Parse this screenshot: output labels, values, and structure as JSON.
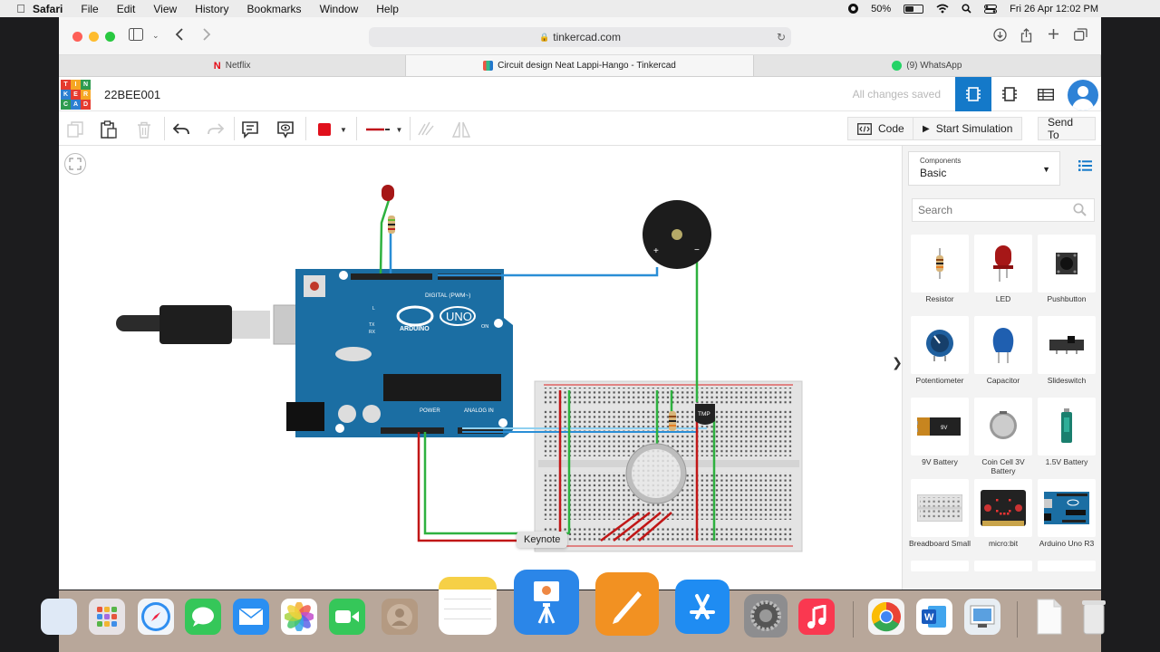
{
  "menubar": {
    "app": "Safari",
    "items": [
      "File",
      "Edit",
      "View",
      "History",
      "Bookmarks",
      "Window",
      "Help"
    ],
    "battery_percent": "50%",
    "battery_level": 0.5,
    "datetime": "Fri 26 Apr  12:02 PM"
  },
  "browser": {
    "url": "tinkercad.com",
    "tabs": [
      {
        "label": "Netflix",
        "active": false
      },
      {
        "label": "Circuit design Neat Lappi-Hango - Tinkercad",
        "active": true
      },
      {
        "label": "(9) WhatsApp",
        "active": false
      }
    ]
  },
  "header": {
    "logo_letters": [
      "T",
      "I",
      "N",
      "K",
      "E",
      "R",
      "C",
      "A",
      "D"
    ],
    "project_name": "22BEE001",
    "save_status": "All changes saved"
  },
  "editor_toolbar": {
    "code_label": "Code",
    "simulate_label": "Start Simulation",
    "send_label": "Send To",
    "wire_color": "#e0101c"
  },
  "canvas": {
    "tooltip": "Keynote",
    "arduino": {
      "brand": "ARDUINO",
      "model": "UNO",
      "digital_label": "DIGITAL (PWM~)",
      "power_label": "POWER",
      "analog_label": "ANALOG IN",
      "on_label": "ON",
      "tx": "TX",
      "rx": "RX",
      "l": "L"
    },
    "sensor_label": "TMP"
  },
  "panel": {
    "components_label": "Components",
    "components_value": "Basic",
    "search_placeholder": "Search",
    "tiles": [
      {
        "name": "Resistor",
        "icon": "resistor-icon"
      },
      {
        "name": "LED",
        "icon": "led-icon"
      },
      {
        "name": "Pushbutton",
        "icon": "pushbutton-icon"
      },
      {
        "name": "Potentiometer",
        "icon": "potentiometer-icon"
      },
      {
        "name": "Capacitor",
        "icon": "capacitor-icon"
      },
      {
        "name": "Slideswitch",
        "icon": "slideswitch-icon"
      },
      {
        "name": "9V Battery",
        "icon": "battery-9v-icon"
      },
      {
        "name": "Coin Cell 3V Battery",
        "icon": "coin-cell-icon"
      },
      {
        "name": "1.5V Battery",
        "icon": "battery-aa-icon"
      },
      {
        "name": "Breadboard Small",
        "icon": "breadboard-icon"
      },
      {
        "name": "micro:bit",
        "icon": "microbit-icon"
      },
      {
        "name": "Arduino Uno R3",
        "icon": "arduino-icon"
      }
    ]
  },
  "dock": {
    "items": [
      "finder-icon",
      "launchpad-icon",
      "safari-icon",
      "messages-icon",
      "mail-icon",
      "photos-icon",
      "facetime-icon",
      "contacts-icon",
      "notes-icon",
      "keynote-icon",
      "pages-icon",
      "app-store-icon",
      "system-settings-icon",
      "music-icon",
      "chrome-icon",
      "word-icon",
      "preview-icon",
      "document-icon",
      "trash-icon"
    ]
  }
}
